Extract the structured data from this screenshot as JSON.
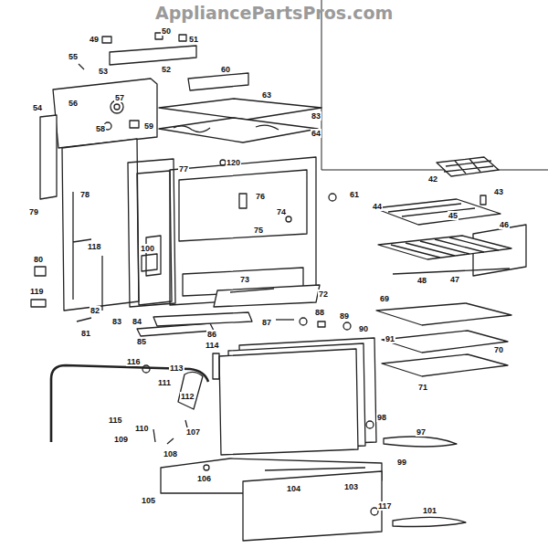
{
  "diagram": {
    "labels": [
      "AppliancePartsPros.com",
      "49",
      "50",
      "51",
      "52",
      "60",
      "55",
      "53",
      "56",
      "57",
      "58",
      "59",
      "63",
      "83",
      "64",
      "54",
      "120",
      "77",
      "78",
      "76",
      "79",
      "75",
      "74",
      "61",
      "42",
      "43",
      "44",
      "45",
      "46",
      "47",
      "48",
      "118",
      "100",
      "80",
      "119",
      "73",
      "72",
      "69",
      "82",
      "83",
      "84",
      "86",
      "87",
      "88",
      "89",
      "90",
      "91",
      "85",
      "81",
      "70",
      "71",
      "114",
      "116",
      "113",
      "111",
      "112",
      "115",
      "110",
      "107",
      "109",
      "108",
      "98",
      "97",
      "99",
      "106",
      "104",
      "103",
      "105",
      "117",
      "101"
    ]
  }
}
